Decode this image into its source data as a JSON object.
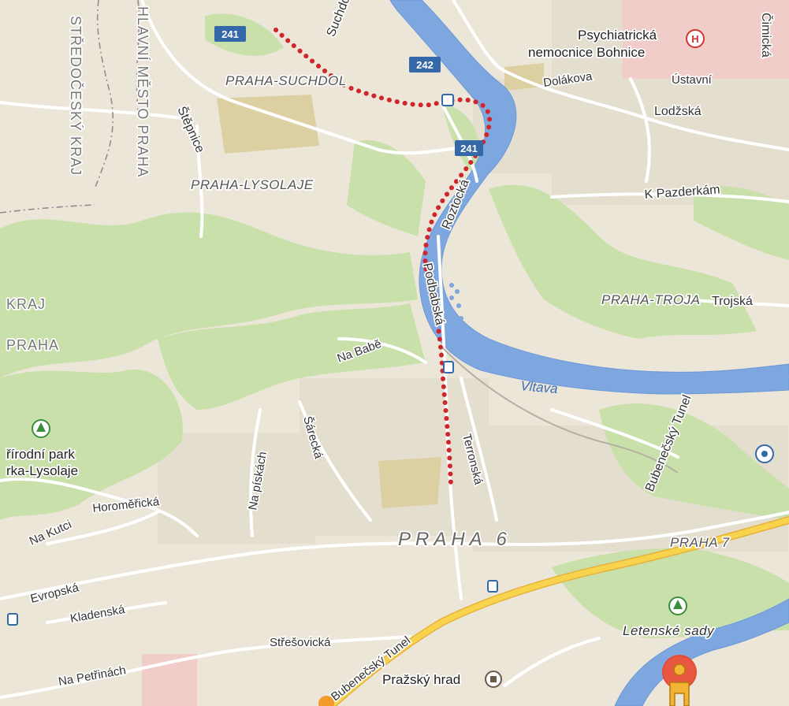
{
  "colors": {
    "land": "#ece6d8",
    "park": "#c7dfa8",
    "park_dark": "#b6d592",
    "urban": "#e3ddcd",
    "water": "#7ea7e0",
    "water_outline": "#6a98d8",
    "major_road": "#f6cf4b",
    "minor_road": "#ffffff",
    "route": "#d0262b",
    "hospital_area": "#f0c8c6",
    "cemetery": "#dfd2a4"
  },
  "labels": {
    "suchdolska": "Suchdolská",
    "praha_suchdol": "PRAHA-SUCHDOL",
    "stredocesky_kraj": "STŘEDOČESKÝ KRAJ",
    "hlavni_mesto_praha": "HLAVNÍ MĚSTO PRAHA",
    "stepnice": "Štěpnice",
    "praha_lysolaje": "PRAHA-LYSOLAJE",
    "psychiatricka": "Psychiatrická",
    "nemocnice_bohnice": "nemocnice Bohnice",
    "cimicka": "Čimická",
    "dolakova": "Dolákova",
    "ustavni": "Ústavní",
    "lodzska": "Lodžská",
    "k_pazderkam": "K Pazderkám",
    "roztocka": "Roztocká",
    "podbabska": "Podbabská",
    "praha_troja": "PRAHA-TROJA",
    "trojska": "Trojská",
    "kraj_fragment": "KRAJ",
    "praha_fragment": "PRAHA",
    "na_babe": "Na Babě",
    "vltava": "Vltava",
    "bubenecsky_tunel_e": "Bubenečský Tunel",
    "prirodni_park": "řírodní park",
    "rka_lysolaje": "rka-Lysolaje",
    "na_piskach": "Na pískách",
    "sarecka": "Šárecká",
    "terronska": "Terronská",
    "horomericka": "Horoměřická",
    "na_kutci": "Na Kutci",
    "praha_6": "PRAHA 6",
    "praha_7": "PRAHA 7",
    "evropska": "Evropská",
    "kladenska": "Kladenská",
    "stresovicka": "Střešovická",
    "bubenecsky_tunel_s": "Bubenečský Tunel",
    "na_petrinach": "Na Petřinách",
    "prazsky_hrad": "Pražský hrad",
    "letenske_sady": "Letenské sady"
  },
  "route_badges": {
    "r241_a": "241",
    "r242": "242",
    "r241_b": "241"
  },
  "icons": {
    "hospital": "H"
  }
}
